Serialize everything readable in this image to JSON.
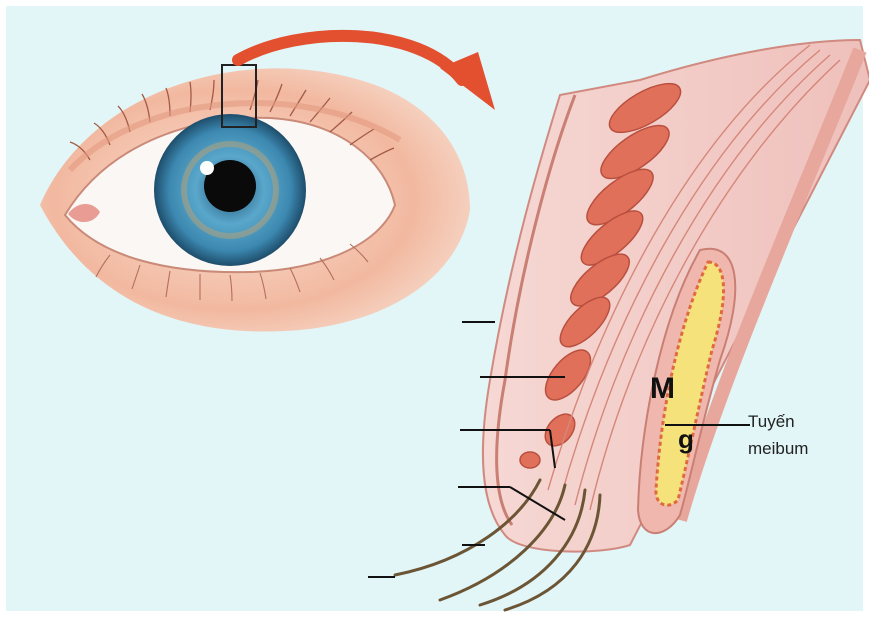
{
  "image": {
    "background_color": "#e2f5f7",
    "frame_color": "#ffffff"
  },
  "labels": {
    "m_label": "M",
    "g_label": "g",
    "gland_name_line1": "Tuyến",
    "gland_name_line2": "meibum"
  },
  "colors": {
    "iris": "#3c88b0",
    "skin": "#f3b59b",
    "tissue_pink": "#f2c5c1",
    "gland_red": "#e0705a",
    "meibomian_yellow": "#f5e27a",
    "arrow": "#e2502f",
    "lash": "#6b5534"
  }
}
